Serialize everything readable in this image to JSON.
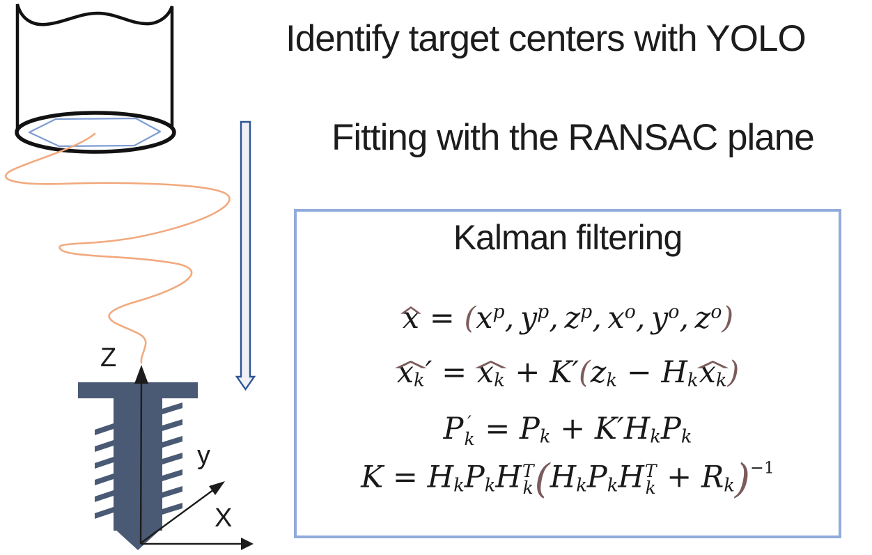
{
  "colors": {
    "ink": "#1c1c1c",
    "outline": "#121212",
    "orange": "#f2a97e",
    "hex-blue": "#7e9cd4",
    "arrow-stroke": "#2f5496",
    "arrow-fill": "#f0f1f6",
    "box-border": "#92abdc",
    "slate": "#4a5a74",
    "maroon": "#7b5b5b"
  },
  "steps": [
    "Identify target centers with YOLO",
    "Fitting with the RANSAC plane"
  ],
  "axes": {
    "z": "Z",
    "y": "y",
    "x": "X"
  },
  "kalman": {
    "title": "Kalman filtering",
    "formulas": [
      "<span class='wh'>x</span> = <span class='pr'>(</span>x<sup>p</sup>, y<sup>p</sup>, z<sup>p</sup>, x<sup>o</sup>, y<sup>o</sup>, z<sup>o</sup><span class='pr'>)</span>",
      "<span class='wh'>x<sub>k</sub></span>′ = <span class='wh'>x<sub>k</sub></span> + K′<span class='pr'>(</span>z<sub>k</sub> − H<sub>k</sub><span class='wh'>x<sub>k</sub></span><span class='pr'>)</span>",
      "P<span class='ss'><span class='t'>′</span><span class='b'>k</span></span> = P<sub>k</sub> + K′H<sub>k</sub>P<sub>k</sub>",
      "K = H<sub>k</sub>P<sub>k</sub>H<span class='ss'><span class='t'>T</span><span class='b'>k</span></span><span class='pr bp'>(</span>H<sub>k</sub>P<sub>k</sub>H<span class='ss'><span class='t'>T</span><span class='b'>k</span></span> + R<sub>k</sub><span class='pr bp'>)</span><span class='inv'>−1</span>"
    ]
  }
}
